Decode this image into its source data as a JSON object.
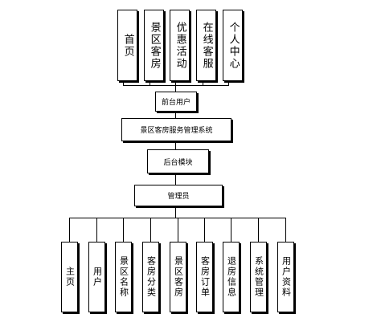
{
  "diagram": {
    "frontend_modules": [
      {
        "label": "首页"
      },
      {
        "label": "景区客房"
      },
      {
        "label": "优惠活动"
      },
      {
        "label": "在线客服"
      },
      {
        "label": "个人中心"
      }
    ],
    "frontend_user": "前台用户",
    "system": "景区客房服务管理系统",
    "backend_module": "后台模块",
    "admin": "管理员",
    "backend_modules": [
      {
        "label": "主页"
      },
      {
        "label": "用户"
      },
      {
        "label": "景区名称"
      },
      {
        "label": "客房分类"
      },
      {
        "label": "景区客房"
      },
      {
        "label": "客房订单"
      },
      {
        "label": "退房信息"
      },
      {
        "label": "系统管理"
      },
      {
        "label": "用户资料"
      }
    ]
  }
}
